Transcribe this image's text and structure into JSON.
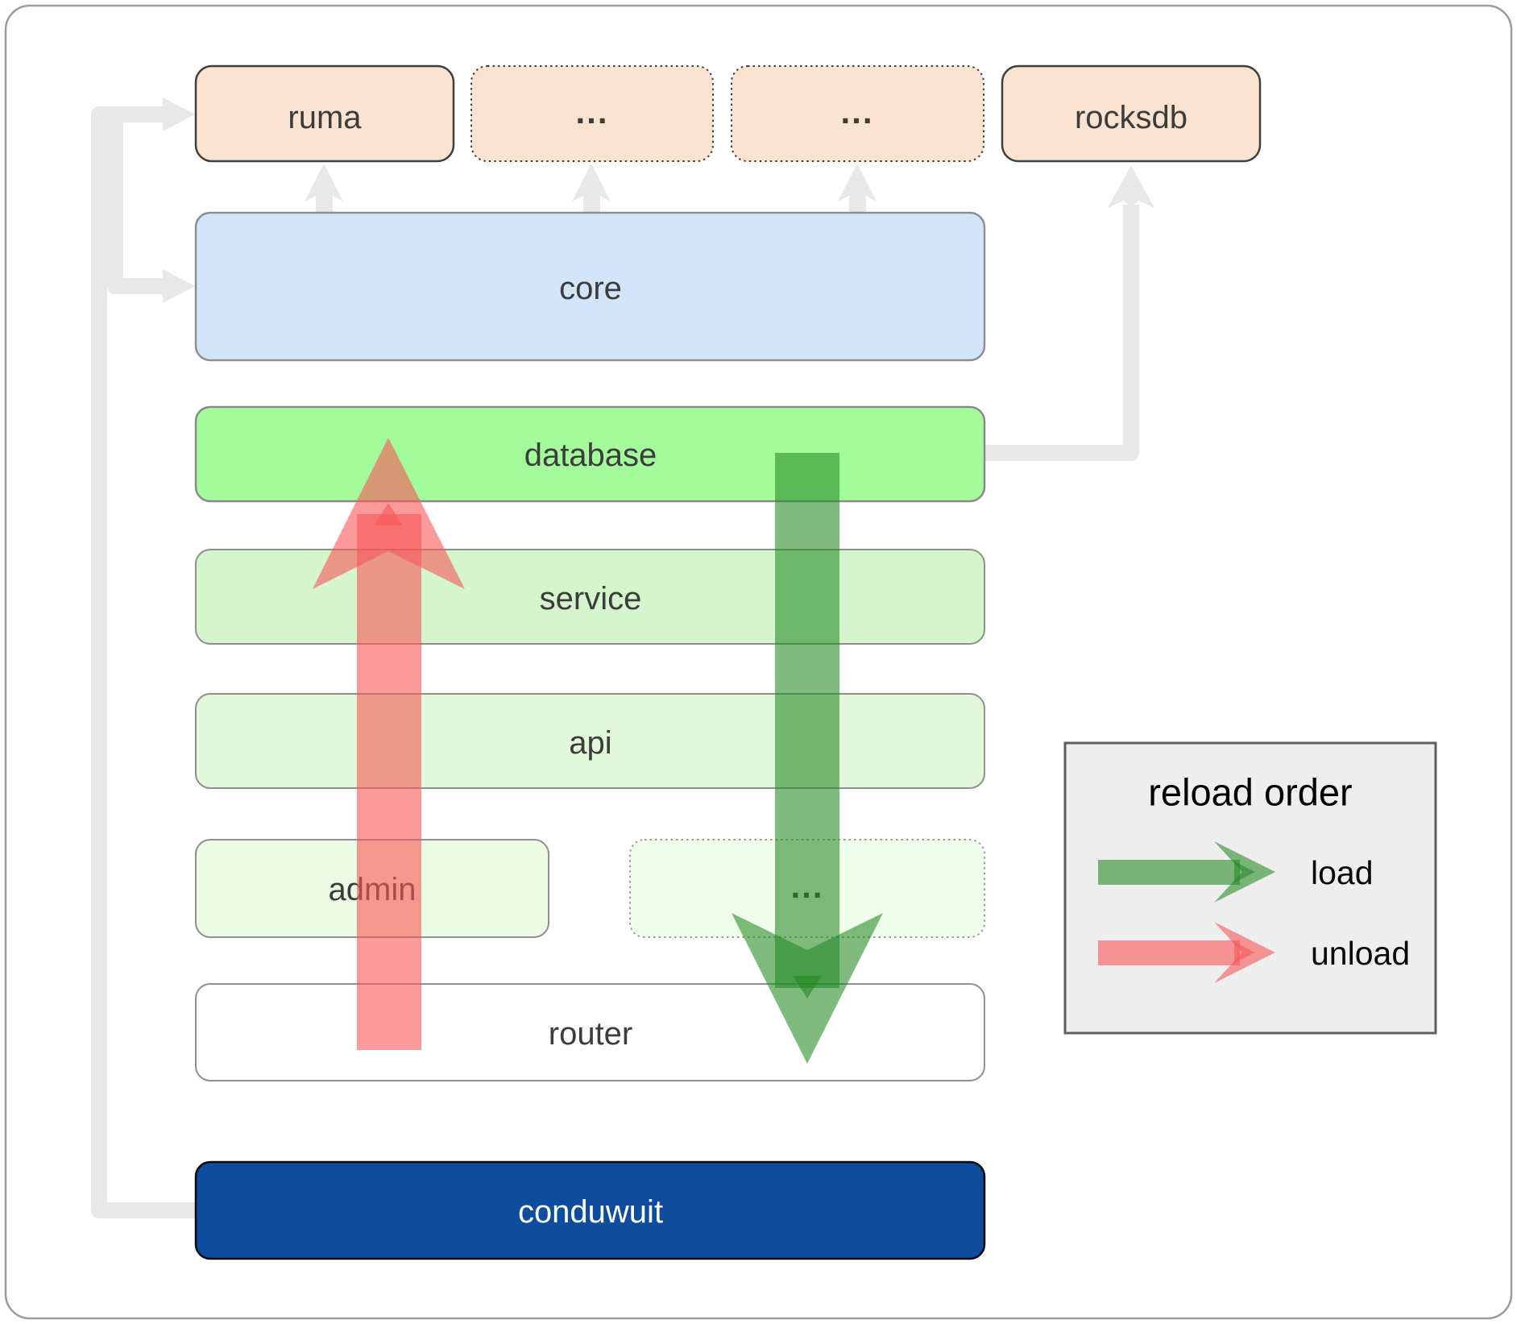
{
  "diagram": {
    "nodes": {
      "ruma": "ruma",
      "top_ellipsis_1": "...",
      "top_ellipsis_2": "...",
      "rocksdb": "rocksdb",
      "core": "core",
      "database": "database",
      "service": "service",
      "api": "api",
      "admin": "admin",
      "bottom_ellipsis": "...",
      "router": "router",
      "conduwuit": "conduwuit"
    },
    "colors": {
      "peach_fill": "#fbe3d0",
      "core_fill": "#d3e5f9",
      "database_fill": "#a4fb9c",
      "service_fill": "#d5f6cc",
      "api_fill": "#e1f9d8",
      "admin_fill": "#ebfbe4",
      "ellipsis_bottom_fill": "#f0fdeb",
      "router_fill": "#ffffff",
      "conduwuit_fill": "#0e4d9d",
      "connector_gray": "#e8e8e8",
      "load_green": "#228a22",
      "unload_red": "#f65757"
    }
  },
  "legend": {
    "title": "reload order",
    "items": [
      {
        "label": "load",
        "color": "#228a22"
      },
      {
        "label": "unload",
        "color": "#f65757"
      }
    ]
  }
}
